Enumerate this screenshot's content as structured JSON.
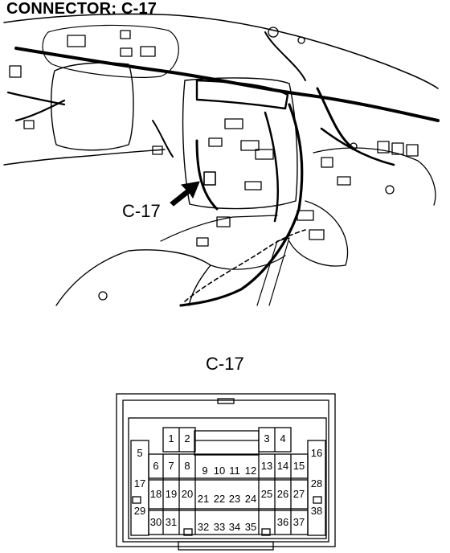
{
  "title": "CONNECTOR: C-17",
  "callout_label": "C-17",
  "connector_label": "C-17",
  "pins": [
    {
      "n": "1"
    },
    {
      "n": "2"
    },
    {
      "n": "3"
    },
    {
      "n": "4"
    },
    {
      "n": "5"
    },
    {
      "n": "6"
    },
    {
      "n": "7"
    },
    {
      "n": "8"
    },
    {
      "n": "9"
    },
    {
      "n": "10"
    },
    {
      "n": "11"
    },
    {
      "n": "12"
    },
    {
      "n": "13"
    },
    {
      "n": "14"
    },
    {
      "n": "15"
    },
    {
      "n": "16"
    },
    {
      "n": "17"
    },
    {
      "n": "18"
    },
    {
      "n": "19"
    },
    {
      "n": "20"
    },
    {
      "n": "21"
    },
    {
      "n": "22"
    },
    {
      "n": "23"
    },
    {
      "n": "24"
    },
    {
      "n": "25"
    },
    {
      "n": "26"
    },
    {
      "n": "27"
    },
    {
      "n": "28"
    },
    {
      "n": "29"
    },
    {
      "n": "30"
    },
    {
      "n": "31"
    },
    {
      "n": "32"
    },
    {
      "n": "33"
    },
    {
      "n": "34"
    },
    {
      "n": "35"
    },
    {
      "n": "36"
    },
    {
      "n": "37"
    },
    {
      "n": "38"
    }
  ]
}
